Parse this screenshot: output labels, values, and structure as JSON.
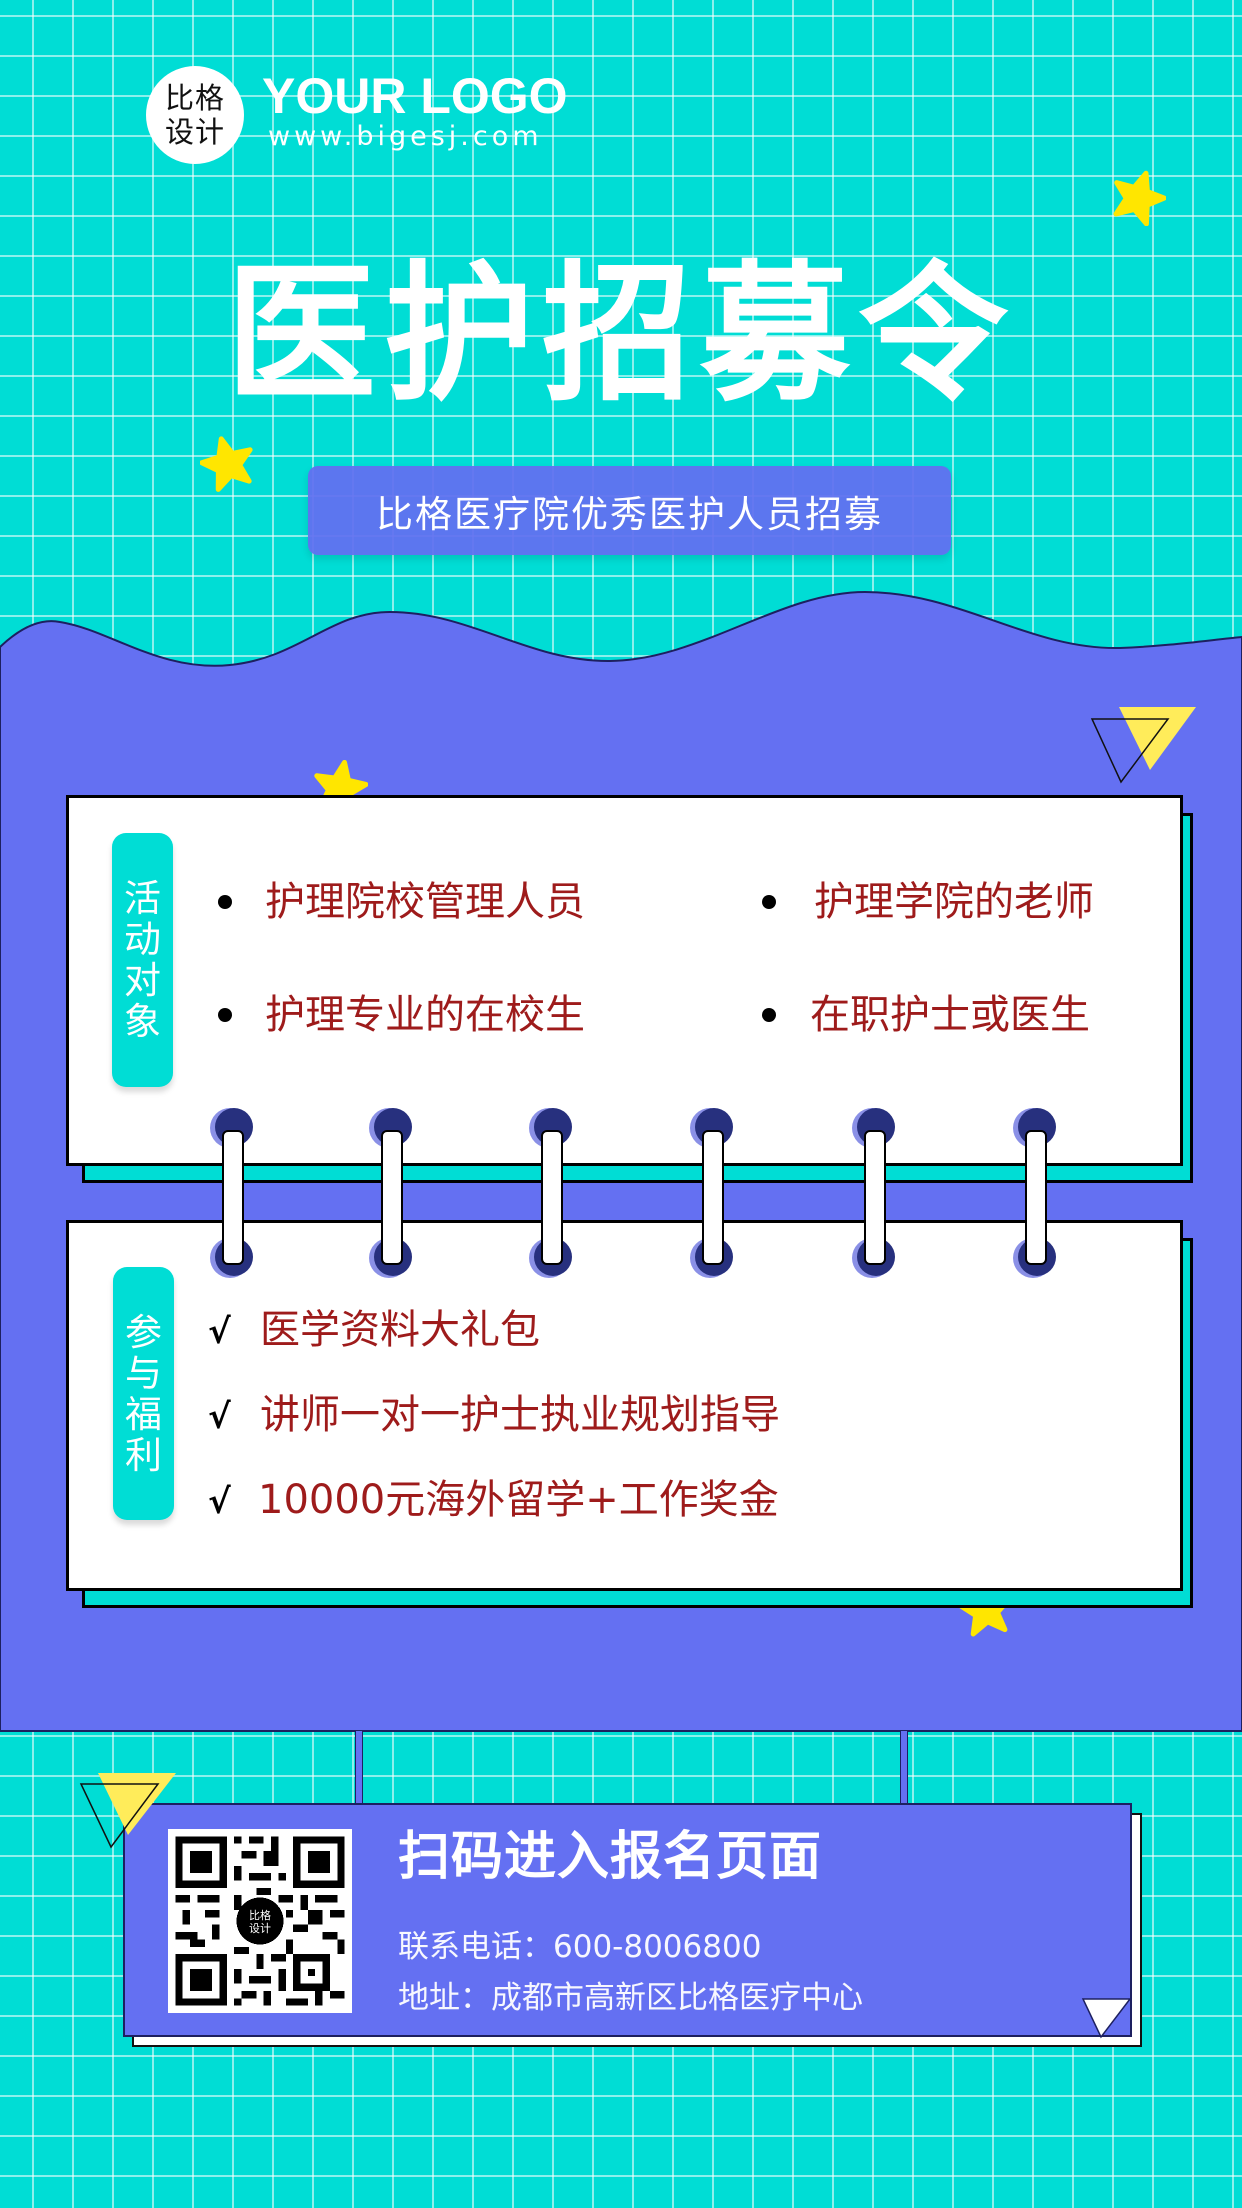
{
  "logo": {
    "badge_line1": "比格",
    "badge_line2": "设计",
    "title": "YOUR LOGO",
    "url": "www.bigesj.com"
  },
  "hero": {
    "title": "医护招募令",
    "subtitle": "比格医疗院优秀医护人员招募"
  },
  "section_targets": {
    "label": "活动对象",
    "items": [
      "护理院校管理人员",
      "护理学院的老师",
      "护理专业的在校生",
      "在职护士或医生"
    ]
  },
  "section_benefits": {
    "label": "参与福利",
    "items": [
      "医学资料大礼包",
      "讲师一对一护士执业规划指导",
      "10000元海外留学+工作奖金"
    ],
    "check_mark": "√"
  },
  "footer": {
    "cta": "扫码进入报名页面",
    "phone_label": "联系电话：",
    "phone": "600-8006800",
    "address_label": "地址：",
    "address": "成都市高新区比格医疗中心",
    "qr_center_line1": "比格",
    "qr_center_line2": "设计"
  },
  "colors": {
    "teal": "#00ddd5",
    "purple": "#6470f2",
    "yellow": "#ffe600",
    "item_red": "#9e1b1b",
    "ring_navy": "#27307e"
  }
}
